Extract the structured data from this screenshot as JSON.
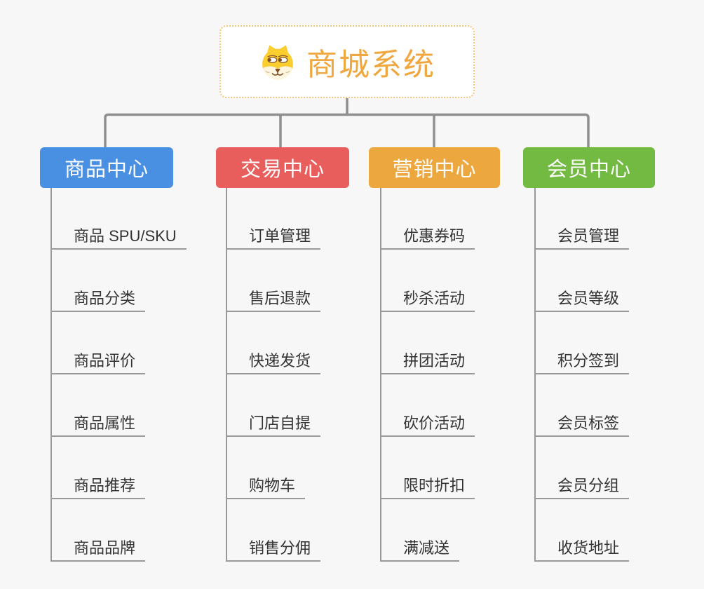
{
  "root": {
    "title": "商城系统",
    "icon": "dog-icon"
  },
  "branches": [
    {
      "id": "product-center",
      "label": "商品中心",
      "color": "#4a90e2",
      "children": [
        "商品 SPU/SKU",
        "商品分类",
        "商品评价",
        "商品属性",
        "商品推荐",
        "商品品牌"
      ]
    },
    {
      "id": "trade-center",
      "label": "交易中心",
      "color": "#e85e5c",
      "children": [
        "订单管理",
        "售后退款",
        "快递发货",
        "门店自提",
        "购物车",
        "销售分佣"
      ]
    },
    {
      "id": "marketing-center",
      "label": "营销中心",
      "color": "#eca83f",
      "children": [
        "优惠券码",
        "秒杀活动",
        "拼团活动",
        "砍价活动",
        "限时折扣",
        "满减送"
      ]
    },
    {
      "id": "member-center",
      "label": "会员中心",
      "color": "#72ba41",
      "children": [
        "会员管理",
        "会员等级",
        "积分签到",
        "会员标签",
        "会员分组",
        "收货地址"
      ]
    }
  ],
  "colors": {
    "background": "#f7f7f7",
    "connector": "#8f8f8f",
    "trunk": "#999999",
    "underline": "#9a9a9a",
    "item_text": "#333333",
    "root_text": "#f0a73f",
    "root_border": "#f5c879",
    "root_bg": "#ffffff"
  }
}
